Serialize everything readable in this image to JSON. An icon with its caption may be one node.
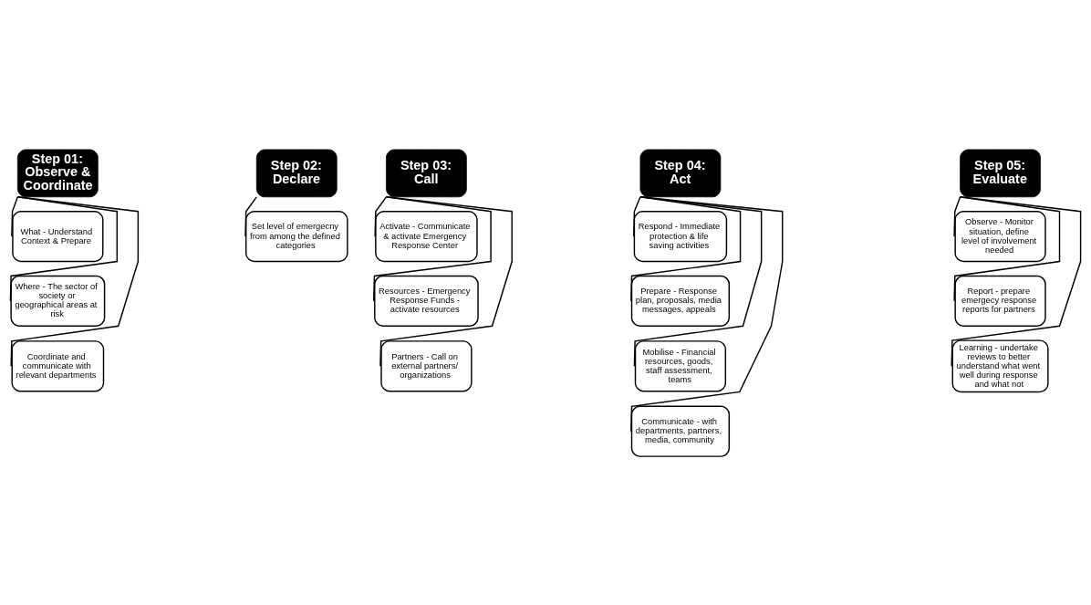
{
  "diagram": {
    "nodes": [
      {
        "text": [
          "Step 01: Observe & Coordinate"
        ]
      },
      {
        "text": [
          "What - Understand Context & Prepare"
        ]
      },
      {
        "text": [
          "Where - The sector of society or geographical areas at risk"
        ]
      },
      {
        "text": [
          "Coordinate and communicate with relevant departments"
        ]
      },
      {
        "text": [
          "Step 02: Declare"
        ]
      },
      {
        "text": [
          "Set level of emergecny from among the defined categories"
        ]
      },
      {
        "text": [
          "Step 03: Call"
        ]
      },
      {
        "text": [
          "Activate - Communicate & activate Emergency Response Center"
        ]
      },
      {
        "text": [
          "Resources - Emergency Response Funds - activate resources"
        ]
      },
      {
        "text": [
          "Partners - Call on external partners/ organizations"
        ]
      },
      {
        "text": [
          "Step 04: Act"
        ]
      },
      {
        "text": [
          "Respond - Immediate protection & life saving activities"
        ]
      },
      {
        "text": [
          "Prepare - Response plan, proposals, media messages, appeals"
        ]
      },
      {
        "text": [
          "Mobilise - Financial resources, goods, staff assessment, teams"
        ]
      },
      {
        "text": [
          "Communicate - with departments, partners, media, community"
        ]
      },
      {
        "text": [
          "Step 05: Evaluate"
        ]
      },
      {
        "text": [
          "Observe - Monitor situation, define level of involvement needed"
        ]
      },
      {
        "text": [
          "Report - prepare emergecy response reports for partners"
        ]
      },
      {
        "text": [
          "Learning - undertake reviews to better understand what went well during response and what not"
        ]
      }
    ],
    "edges": [
      {
        "from": 0,
        "to": 1,
        "arrow": "none"
      },
      {
        "from": 0,
        "to": 2,
        "arrow": "none"
      },
      {
        "from": 0,
        "to": 3,
        "arrow": "none"
      },
      {
        "from": 4,
        "to": 5,
        "arrow": "none"
      },
      {
        "from": 6,
        "to": 7,
        "arrow": "none"
      },
      {
        "from": 6,
        "to": 8,
        "arrow": "none"
      },
      {
        "from": 6,
        "to": 9,
        "arrow": "none"
      },
      {
        "from": 10,
        "to": 11,
        "arrow": "none"
      },
      {
        "from": 10,
        "to": 12,
        "arrow": "none"
      },
      {
        "from": 10,
        "to": 13,
        "arrow": "none"
      },
      {
        "from": 10,
        "to": 14,
        "arrow": "none"
      },
      {
        "from": 15,
        "to": 16,
        "arrow": "none"
      },
      {
        "from": 15,
        "to": 17,
        "arrow": "none"
      },
      {
        "from": 15,
        "to": 18,
        "arrow": "none"
      }
    ]
  }
}
